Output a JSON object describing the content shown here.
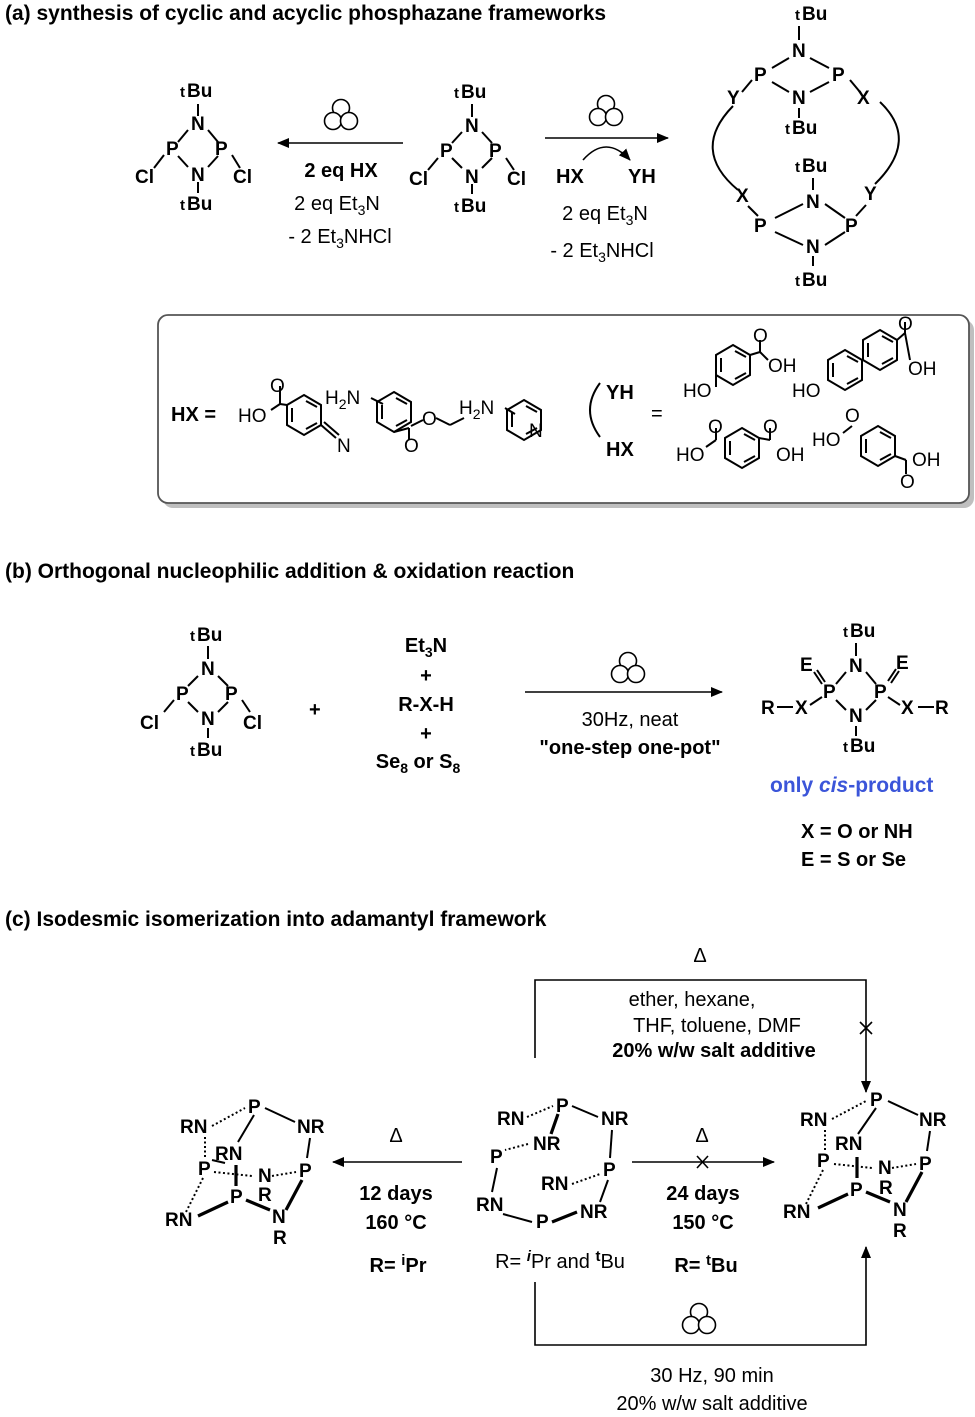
{
  "panel_a": {
    "heading": "(a) synthesis of cyclic and acyclic phosphazane frameworks",
    "left_conditions": {
      "line1": "2 eq HX",
      "line2": "2 eq Et",
      "line2_sub": "3",
      "line2_end": "N",
      "line3": "- 2 Et",
      "line3_sub": "3",
      "line3_end": "NHCl"
    },
    "right_conditions": {
      "hx": "HX",
      "yh": "YH",
      "line2": "2 eq Et",
      "line2_sub": "3",
      "line2_end": "N",
      "line3": "- 2 Et",
      "line3_sub": "3",
      "line3_end": "NHCl"
    },
    "atoms": {
      "tbu_sup": "t",
      "tbu": "Bu",
      "n": "N",
      "p": "P",
      "cl": "Cl",
      "x": "X",
      "y": "Y"
    },
    "box": {
      "hx_label": "HX =",
      "yh": "YH",
      "hx": "HX",
      "equals": "=",
      "ho": "HO",
      "oh": "OH",
      "o": "O",
      "n": "N",
      "h2n": "H",
      "h2n_sub": "2",
      "h2n_end": "N"
    }
  },
  "panel_b": {
    "heading": "(b) Orthogonal nucleophilic addition & oxidation reaction",
    "plus": "+",
    "reagents": {
      "l1": "Et",
      "l1_sub": "3",
      "l1_end": "N",
      "l2": "+",
      "l3": "R-X-H",
      "l4": "+",
      "l5": "Se",
      "l5_sub": "8",
      "l5_mid": " or S",
      "l5_sub2": "8"
    },
    "conditions": {
      "line1": "30Hz, neat",
      "line2": "\"one-step one-pot\""
    },
    "product": {
      "e": "E",
      "r": "R",
      "x": "X"
    },
    "note_pre": "only ",
    "note_em": "cis",
    "note_post": "-product",
    "def_x": "X = O or NH",
    "def_e": "E = S or Se"
  },
  "panel_c": {
    "heading": "(c) Isodesmic isomerization into adamantyl framework",
    "delta": "Δ",
    "top_conditions": {
      "line1": "ether, hexane,",
      "line2": "THF, toluene, DMF",
      "line3": "20% w/w salt additive"
    },
    "left_conditions": {
      "line1": "12 days",
      "line2": "160 °C",
      "r_pre": "R= ",
      "r_sup": "i",
      "r_post": "Pr"
    },
    "right_conditions": {
      "line1": "24 days",
      "line2": "150 °C",
      "r_pre": "R= ",
      "r_sup": "t",
      "r_post": "Bu"
    },
    "middle_label": {
      "pre": "R= ",
      "sup1": "i",
      "mid": "Pr and  ",
      "sup2": "t",
      "post": "Bu"
    },
    "bottom_conditions": {
      "line1": "30 Hz, 90 min",
      "line2": "20% w/w salt additive"
    },
    "atoms": {
      "rn": "RN",
      "nr": "NR",
      "p": "P",
      "n": "N",
      "r": "R"
    }
  },
  "colors": {
    "accent_blue": "#3b55d9",
    "box_border": "#555555",
    "box_shadow": "#bfbfbf"
  },
  "icons": [
    "ball-mill-icon",
    "crossed-arrow-icon"
  ]
}
